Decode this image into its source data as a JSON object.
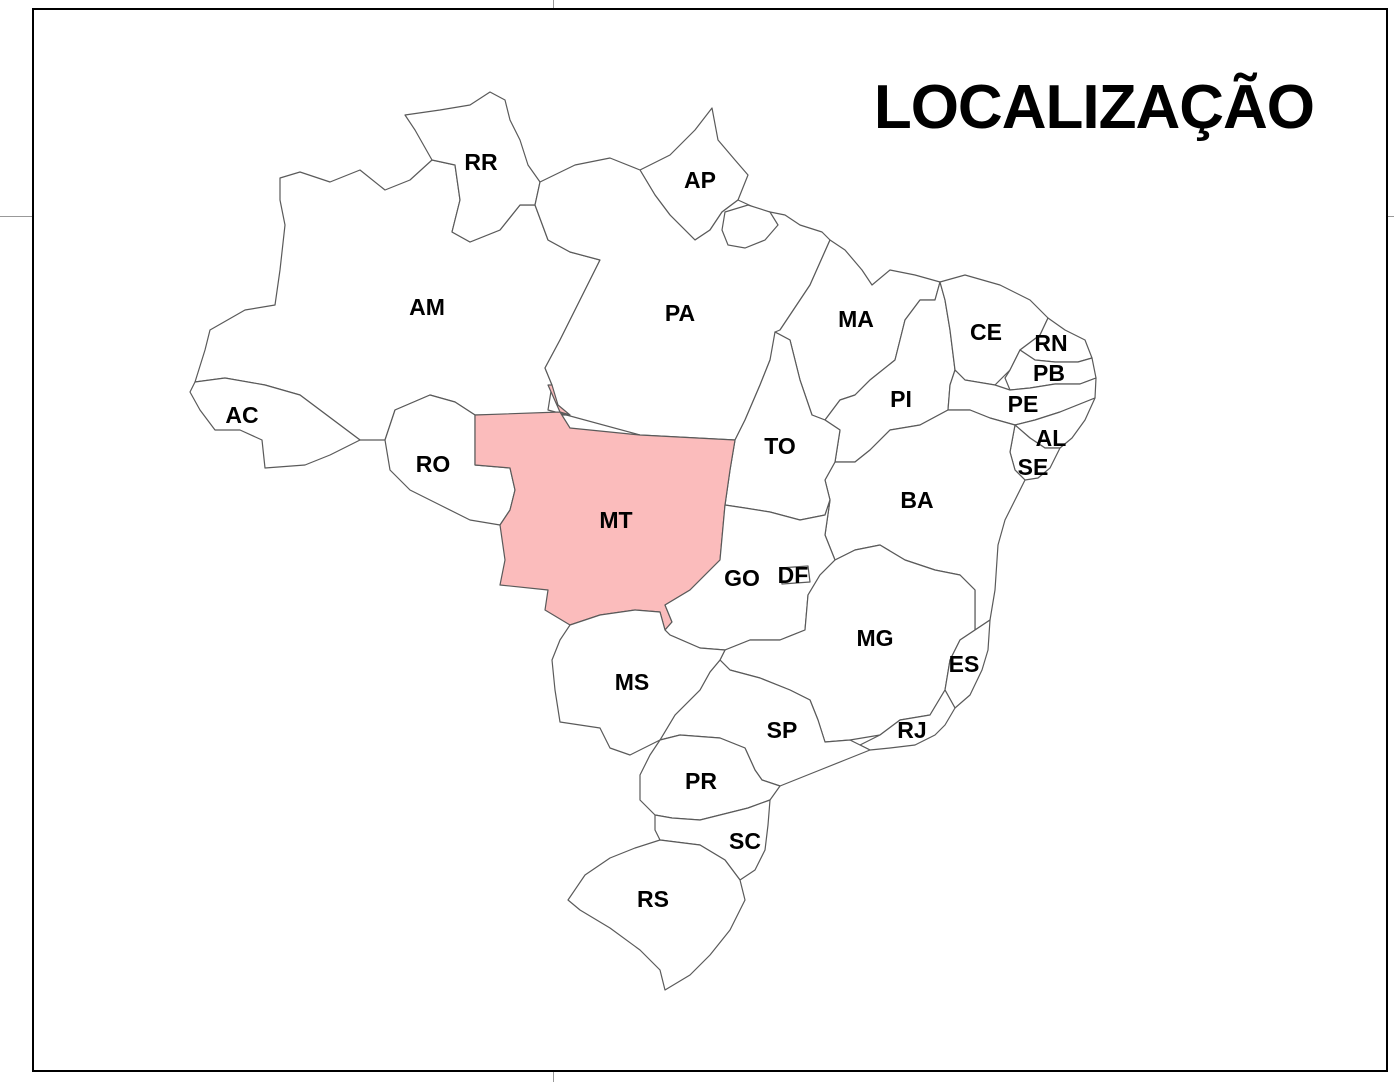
{
  "map": {
    "title": "LOCALIZAÇÃO",
    "highlight_color": "#fbbcbc",
    "border_color": "#5a5a5a",
    "highlighted_state": "MT",
    "states": {
      "RR": "RR",
      "AP": "AP",
      "AM": "AM",
      "PA": "PA",
      "MA": "MA",
      "CE": "CE",
      "RN": "RN",
      "PB": "PB",
      "PE": "PE",
      "AL": "AL",
      "SE": "SE",
      "PI": "PI",
      "AC": "AC",
      "RO": "RO",
      "MT": "MT",
      "TO": "TO",
      "BA": "BA",
      "GO": "GO",
      "DF": "DF",
      "MG": "MG",
      "ES": "ES",
      "MS": "MS",
      "SP": "SP",
      "RJ": "RJ",
      "PR": "PR",
      "SC": "SC",
      "RS": "RS"
    }
  }
}
